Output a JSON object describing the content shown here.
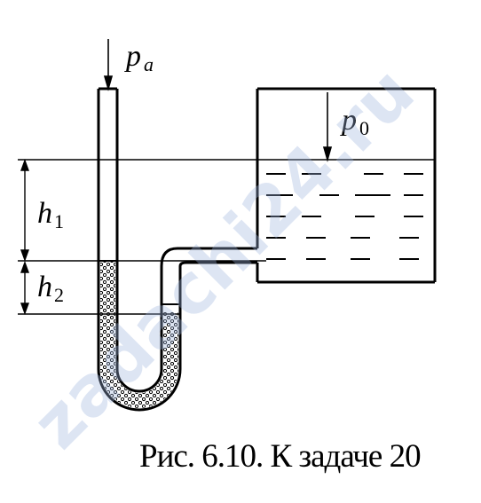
{
  "labels": {
    "pa": "p",
    "pa_sub": "a",
    "p0": "p",
    "p0_sub": "0",
    "h1": "h",
    "h1_sub": "1",
    "h2": "h",
    "h2_sub": "2"
  },
  "caption": "Рис. 6.10. К задаче 20",
  "watermark": "zadachi24.ru",
  "colors": {
    "line": "#000000",
    "mercury_fill": "#ffffff",
    "watermark": "#9fb6df"
  }
}
